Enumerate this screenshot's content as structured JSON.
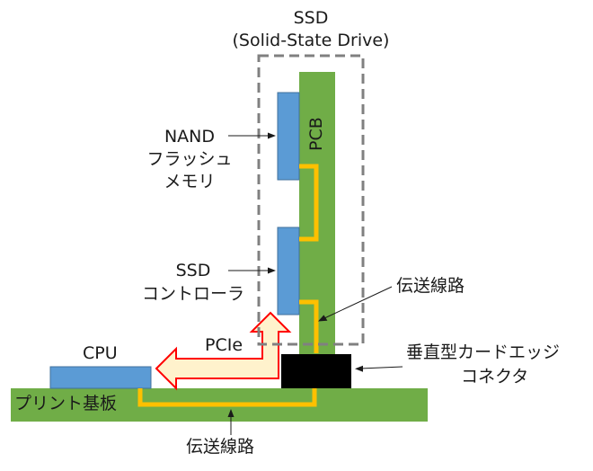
{
  "labels": {
    "ssd_title": "SSD",
    "ssd_subtitle": "(Solid-State Drive)",
    "pcb": "PCB",
    "nand": [
      "NAND",
      "フラッシュ",
      "メモリ"
    ],
    "ssd_controller": [
      "SSD",
      "コントローラ"
    ],
    "transmission_line_upper": "伝送線路",
    "connector": [
      "垂直型カードエッジ",
      "コネクタ"
    ],
    "cpu": "CPU",
    "pcie": "PCIe",
    "motherboard": "プリント基板",
    "transmission_line_lower": "伝送線路"
  },
  "colors": {
    "green": "#70ad47",
    "blue": "#5b9bd5",
    "trace": "#ffc000",
    "arrow_fill": "#fff2cc",
    "arrow_stroke": "#ff0000",
    "connector": "#000000",
    "dashed_box": "#808080"
  }
}
